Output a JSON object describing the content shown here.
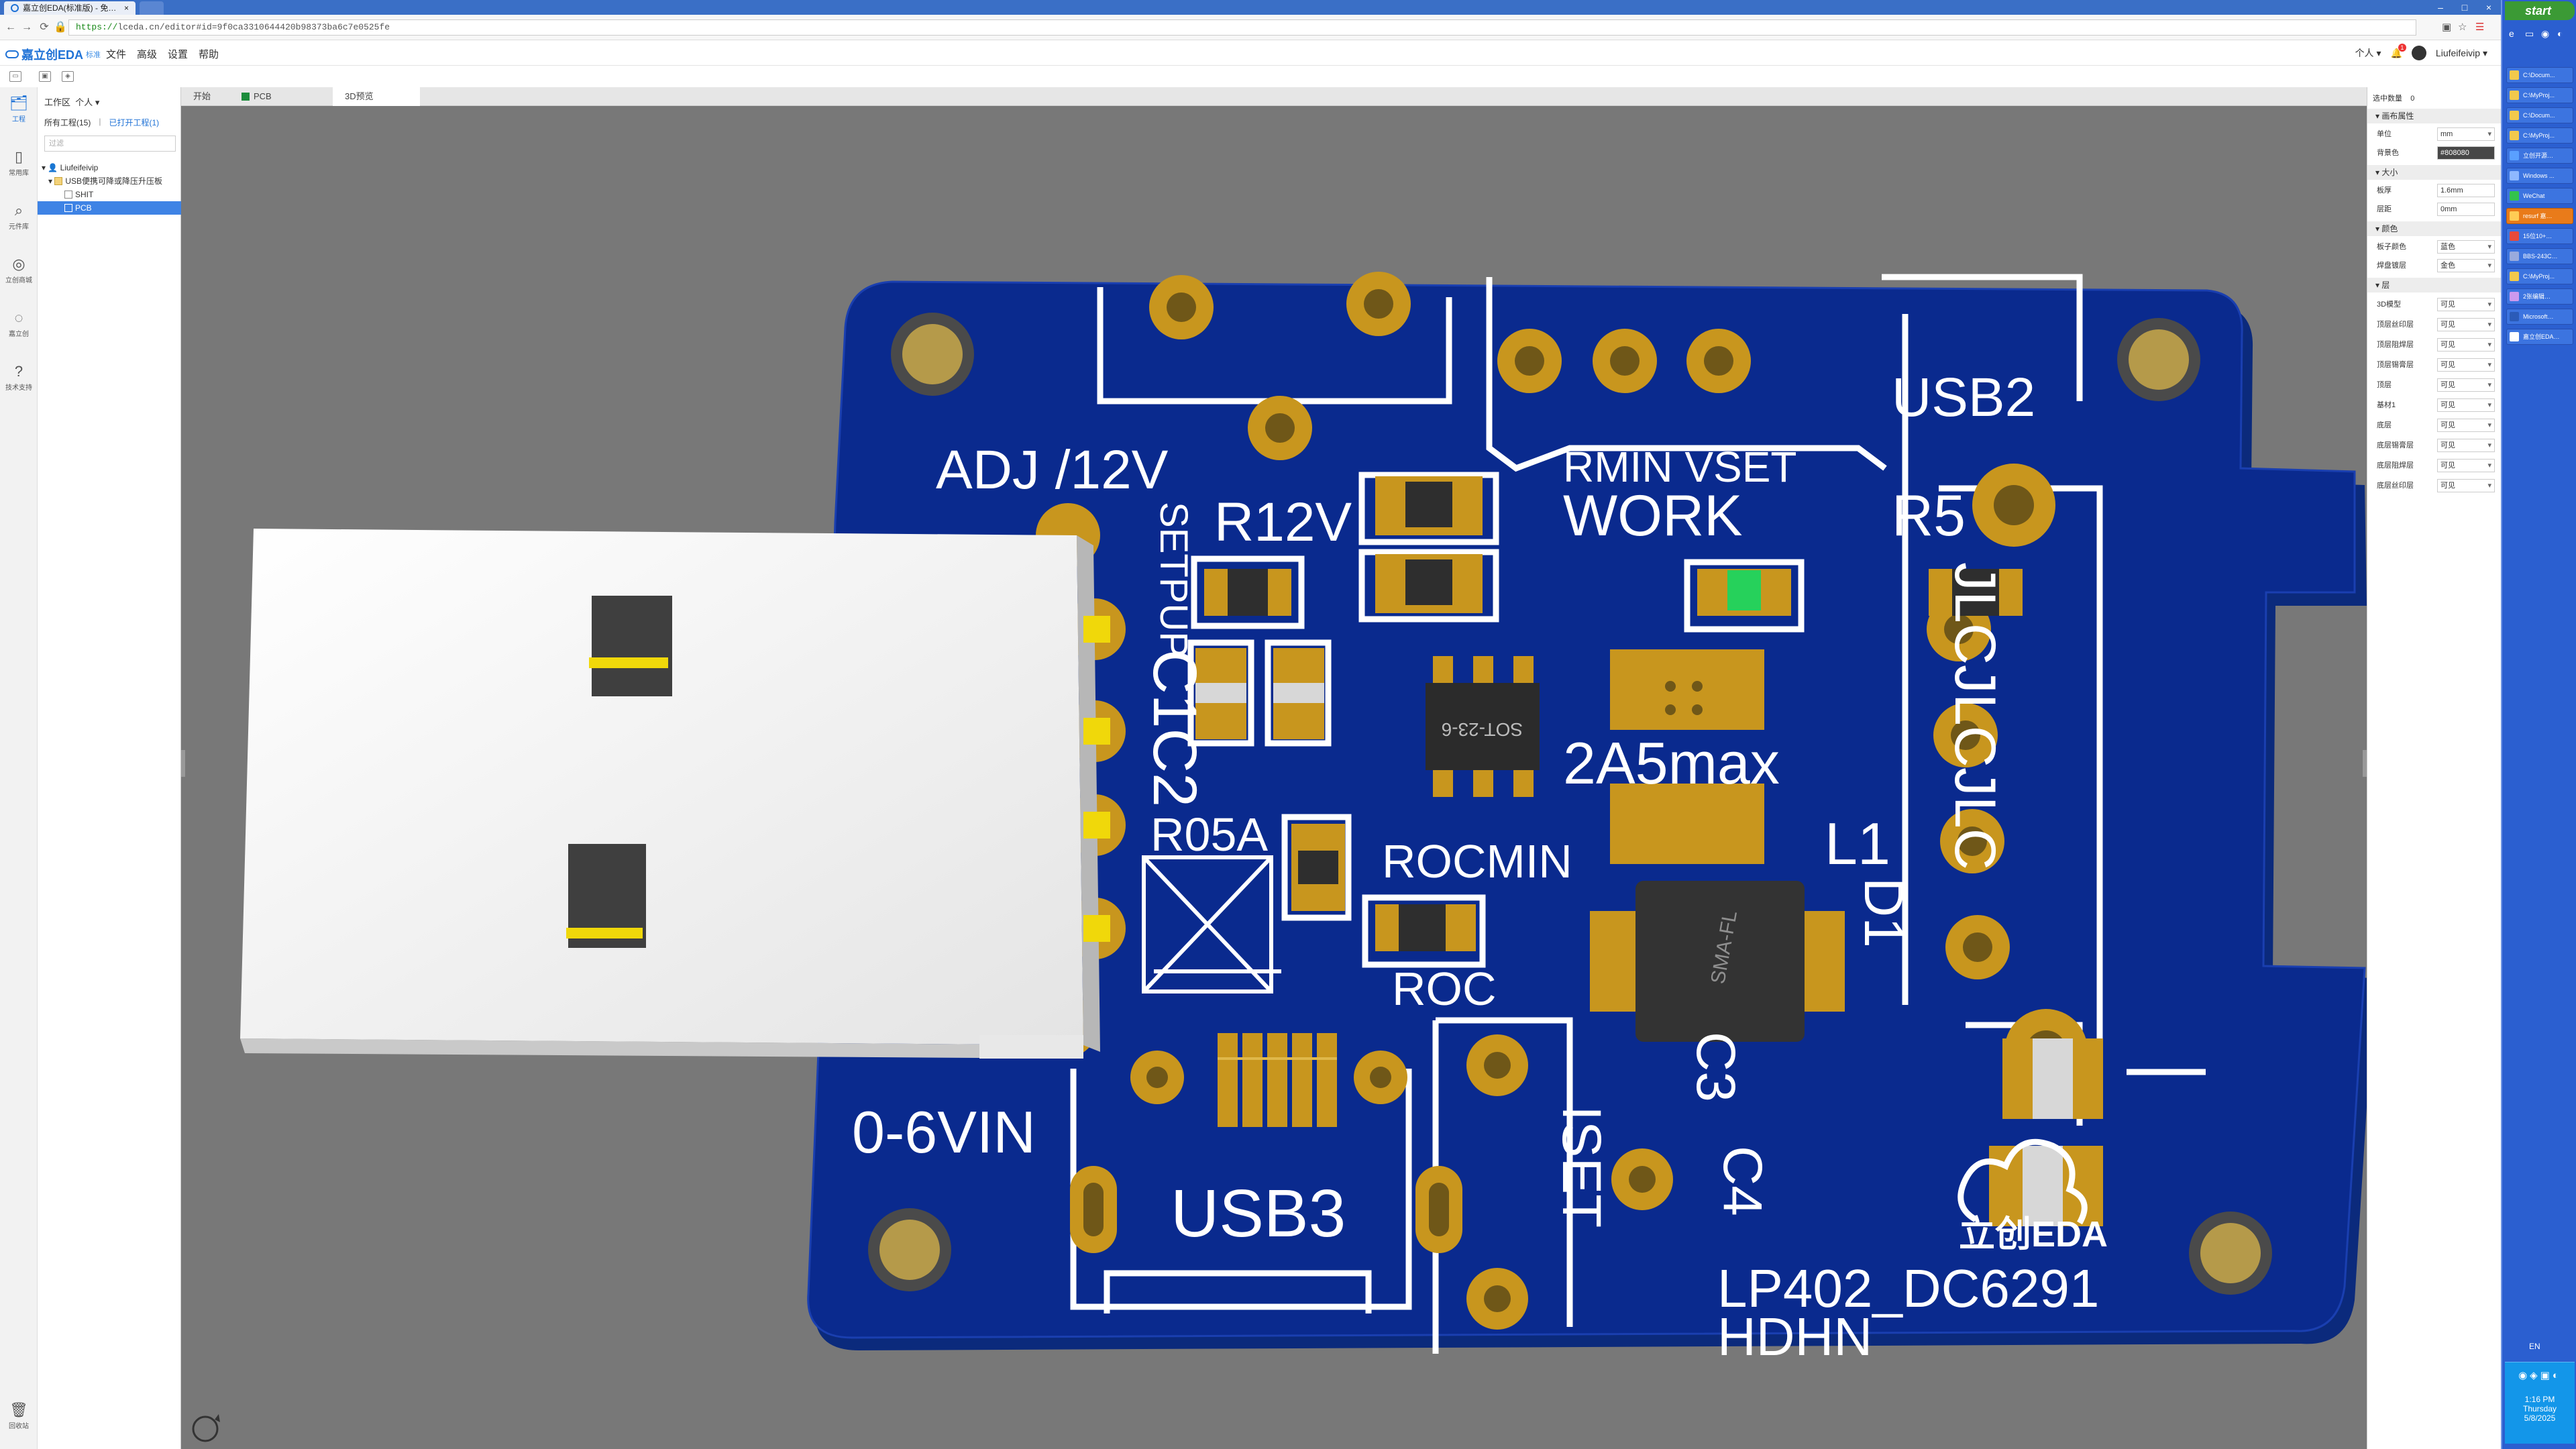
{
  "browser": {
    "tab_title": "嘉立创EDA(标准版) - 免…",
    "url_scheme": "https://",
    "url_rest": "lceda.cn/editor#id=9f0ca3310644420b98373ba6c7e0525fe"
  },
  "app": {
    "logo": "嘉立创EDA",
    "edition": "标准",
    "menu": [
      "文件",
      "高级",
      "设置",
      "帮助"
    ],
    "user_menu": "个人",
    "notification_count": "1",
    "username": "Liufeifeivip"
  },
  "rail": {
    "items": [
      "工程",
      "常用库",
      "元件库",
      "立创商城",
      "嘉立创",
      "技术支持"
    ],
    "bottom": "回收站"
  },
  "project_panel": {
    "workspace_label": "工作区",
    "workspace_value": "个人",
    "tab_all": "所有工程(15)",
    "tab_open": "已打开工程(1)",
    "search_placeholder": "过滤",
    "tree": {
      "user": "Liufeifeivip",
      "project": "USB便携可降或降压升压板",
      "sheet": "SHIT",
      "pcb": "PCB"
    }
  },
  "doc_tabs": [
    "开始",
    "PCB",
    "3D预览"
  ],
  "board": {
    "labels": {
      "adj": "ADJ /12V",
      "setpup": "SETPUP",
      "c1c2": "C1C2",
      "r12v": "R12V",
      "rmin_vset": "RMIN VSET",
      "work": "WORK",
      "r5": "R5",
      "usb2": "USB2",
      "sot": "SOT-23-6",
      "amax": "2A5max",
      "l1": "L1",
      "r05a": "R05A",
      "rocmin": "ROCMIN",
      "roc": "ROC",
      "sma": "SMA-FL",
      "d1": "D1",
      "vin": "0-6VIN",
      "usb3": "USB3",
      "iset": "ISET",
      "c3": "C3",
      "c4": "C4",
      "jlc": "JLCJLCJLC",
      "eda": "立创EDA",
      "lp": "LP402_DC6291",
      "hdhn": "HDHN"
    }
  },
  "props": {
    "selected_label": "选中数量",
    "selected_value": "0",
    "groups": {
      "canvas": "画布属性",
      "size": "大小",
      "color": "颜色",
      "layer": "层"
    },
    "rows": {
      "unit_label": "单位",
      "unit_value": "mm",
      "bg_label": "背景色",
      "bg_value": "#808080",
      "thickness_label": "板厚",
      "thickness_value": "1.6mm",
      "spacing_label": "层距",
      "spacing_value": "0mm",
      "board_color_label": "板子颜色",
      "board_color_value": "蓝色",
      "silk_color_label": "焊盘镀层",
      "silk_color_value": "金色"
    },
    "layers": [
      {
        "label": "3D模型",
        "value": "可见"
      },
      {
        "label": "顶层丝印层",
        "value": "可见"
      },
      {
        "label": "顶层阻焊层",
        "value": "可见"
      },
      {
        "label": "顶层锡膏层",
        "value": "可见"
      },
      {
        "label": "顶层",
        "value": "可见"
      },
      {
        "label": "基材1",
        "value": "可见"
      },
      {
        "label": "底层",
        "value": "可见"
      },
      {
        "label": "底层锡膏层",
        "value": "可见"
      },
      {
        "label": "底层阻焊层",
        "value": "可见"
      },
      {
        "label": "底层丝印层",
        "value": "可见"
      }
    ]
  },
  "taskbar": {
    "start": "start",
    "tasks": [
      "C:\\Docum...",
      "C:\\MyProj...",
      "C:\\Docum...",
      "C:\\MyProj...",
      "立创开源…",
      "Windows ...",
      "WeChat",
      "resurf 嘉…",
      "15位10+…",
      "BBS-243C…",
      "C:\\MyProj...",
      "2张编辑…",
      "Microsoft…",
      "嘉立创EDA…"
    ],
    "lang": "EN",
    "time": "1:16 PM",
    "day": "Thursday",
    "date": "5/8/2025"
  },
  "colors": {
    "board": "#0a2a8e",
    "viewport_bg": "#787878",
    "pad_gold": "#c8961e",
    "silk": "#ffffff",
    "accent": "#3e83e5"
  }
}
